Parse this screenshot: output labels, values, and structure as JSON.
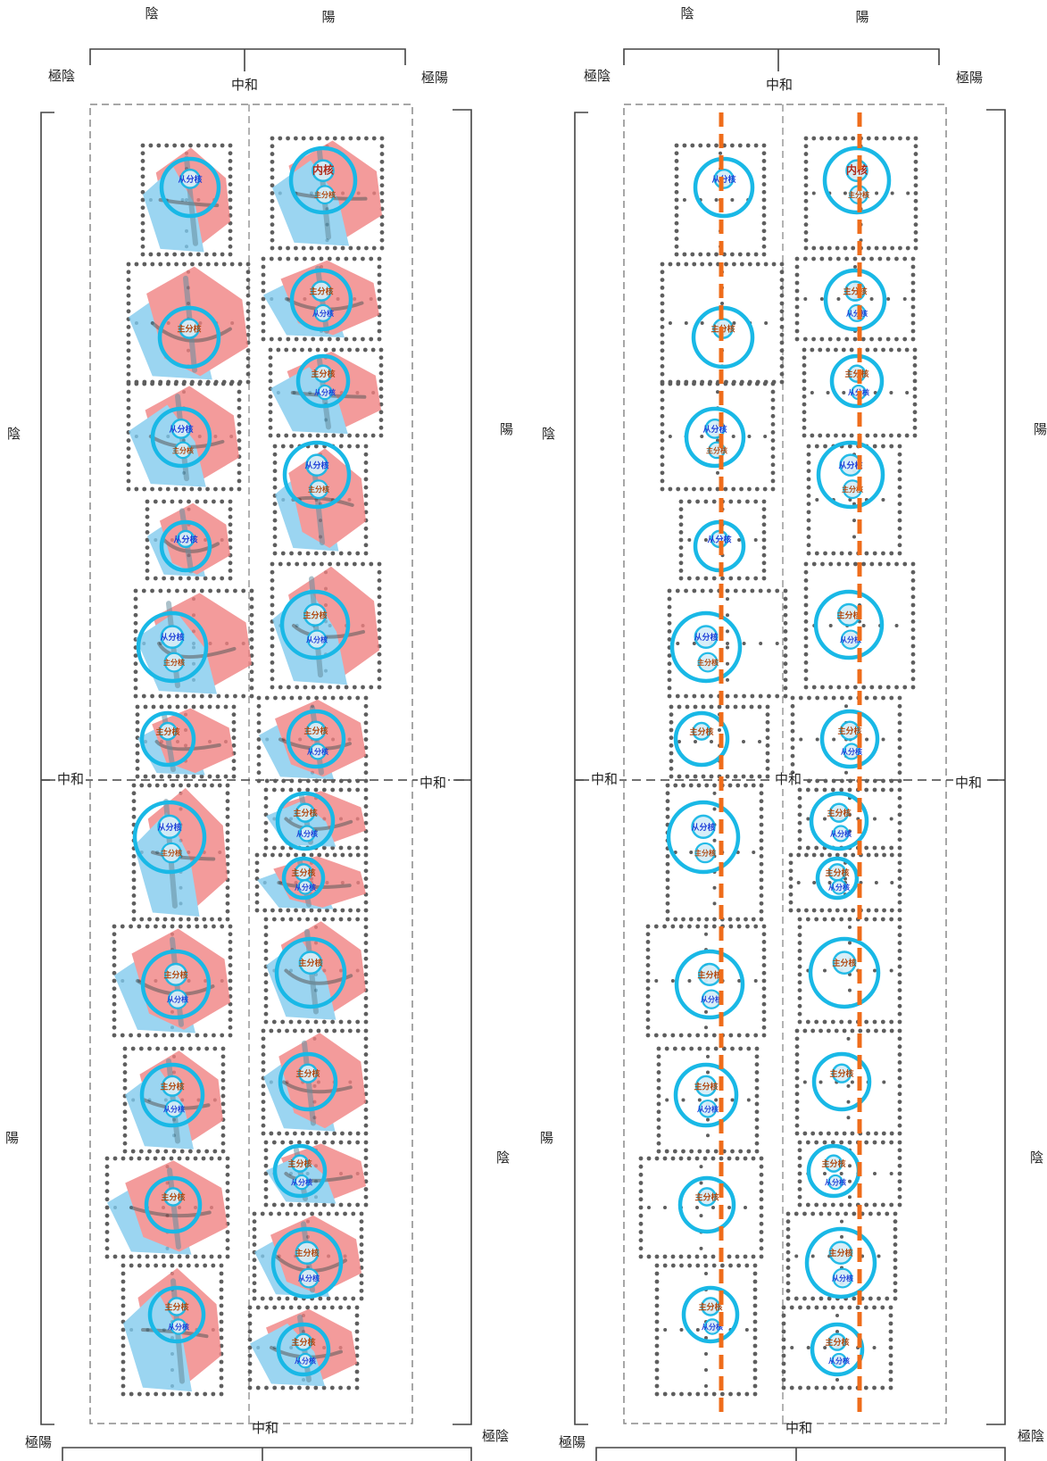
{
  "labels": {
    "yin": "陰",
    "yang": "陽",
    "extreme_yin": "極陰",
    "extreme_yang": "極陽",
    "center": "中和",
    "inner_core": "内核",
    "main_core": "主分核",
    "sub_core": "从分核"
  },
  "panels": [
    {
      "id": "left",
      "top_labels": {
        "left": "陰",
        "right": "陽"
      },
      "corner_labels": {
        "top_left": "極陰",
        "top_right": "極陽",
        "bottom_left": "極陽",
        "bottom_right": "極陰"
      },
      "side_labels": {
        "left_upper": "陰",
        "left_lower": "陽",
        "right_upper": "陽",
        "right_lower": "陰"
      },
      "center_labels": {
        "top": "中和",
        "bottom": "中和",
        "left": "中和",
        "right": "中和"
      }
    },
    {
      "id": "right",
      "top_labels": {
        "left": "陰",
        "right": "陽"
      },
      "corner_labels": {
        "top_left": "極陰",
        "top_right": "極陽",
        "bottom_left": "極陽",
        "bottom_right": "極陰"
      },
      "side_labels": {
        "left_upper": "陰",
        "left_lower": "陽",
        "right_upper": "陽",
        "right_lower": "陰"
      },
      "center_labels": {
        "top": "中和",
        "bottom": "中和",
        "left": "中和",
        "middle": "中和",
        "right": "中和"
      }
    }
  ],
  "colors": {
    "ink": "#444444",
    "dashed_frame": "#8a8a8a",
    "dot": "#5e5e5e",
    "core_ring": "#19b8e6",
    "sub_fill": "#d6eef8",
    "center_axis": "#ef6c1a",
    "yang_region": "#f08080",
    "yin_region": "#7fcaee",
    "stroke_dark": "#3a6d84",
    "main_core_text": "#b0470e",
    "sub_core_text": "#1f3fd8",
    "inner_core_text": "#b02a1a"
  },
  "glyph_groups": {
    "left_column": [
      {
        "main": "从分核",
        "sub": ""
      },
      {
        "main": "主分核",
        "sub": ""
      },
      {
        "main": "从分核",
        "sub": "主分核"
      },
      {
        "main": "从分核",
        "sub": ""
      },
      {
        "main": "从分核",
        "sub": "主分核"
      },
      {
        "main": "主分核",
        "sub": ""
      },
      {
        "main": "从分核",
        "sub": "主分核"
      },
      {
        "main": "主分核",
        "sub": "从分核"
      },
      {
        "main": "主分核",
        "sub": "从分核"
      },
      {
        "main": "主分核",
        "sub": ""
      },
      {
        "main": "主分核",
        "sub": "从分核"
      }
    ],
    "right_column": [
      {
        "main": "内核",
        "sub": "主分核"
      },
      {
        "main": "主分核",
        "sub": "从分核"
      },
      {
        "main": "主分核",
        "sub": "从分核"
      },
      {
        "main": "从分核",
        "sub": "主分核"
      },
      {
        "main": "主分核",
        "sub": "从分核"
      },
      {
        "main": "主分核",
        "sub": "从分核"
      },
      {
        "main": "主分核",
        "sub": "从分核"
      },
      {
        "main": "主分核",
        "sub": "从分核"
      },
      {
        "main": "主分核",
        "sub": ""
      },
      {
        "main": "主分核",
        "sub": ""
      },
      {
        "main": "主分核",
        "sub": "从分核"
      },
      {
        "main": "主分核",
        "sub": "从分核"
      },
      {
        "main": "主分核",
        "sub": "从分核"
      }
    ]
  }
}
